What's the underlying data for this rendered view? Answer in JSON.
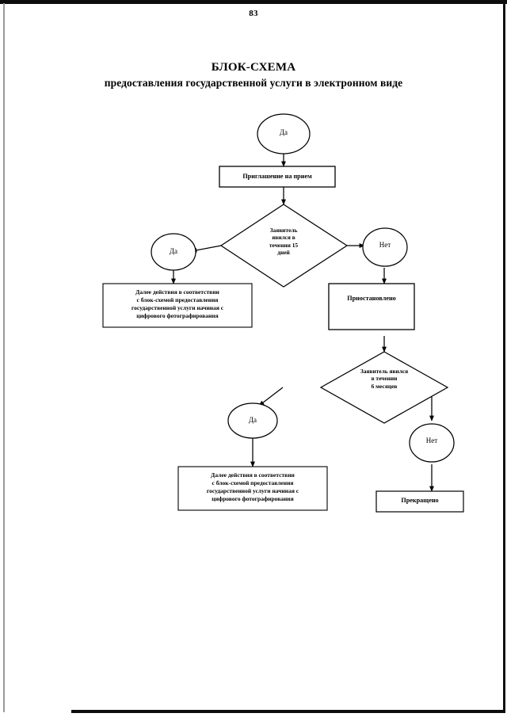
{
  "document": {
    "page_number": "83",
    "title_line1": "БЛОК-СХЕМА",
    "title_line2": "предоставления государственной услуги в электронном виде"
  },
  "colors": {
    "ink": "#000000",
    "page_background": "#ffffff",
    "frame": "#0d0d0d"
  },
  "chart_data": {
    "type": "diagram",
    "title": "БЛОК-СХЕМА предоставления государственной услуги в электронном виде",
    "nodes": [
      {
        "id": "start_yes",
        "shape": "oval",
        "label": "Да"
      },
      {
        "id": "invitation",
        "shape": "rect",
        "label": "Приглашение на прием"
      },
      {
        "id": "decision15",
        "shape": "diamond",
        "label": "Заявитель явился в течении 15 дней",
        "lines": [
          "Заявитель",
          "явился в",
          "течении 15",
          "дней"
        ]
      },
      {
        "id": "yes15",
        "shape": "oval",
        "label": "Да"
      },
      {
        "id": "no15",
        "shape": "oval",
        "label": "Нет"
      },
      {
        "id": "further_top",
        "shape": "rect",
        "label": "Далее действия в соответствии с блок-схемой предоставления государственной услуги начиная с цифрового фотографирования",
        "lines": [
          "Далее действия в соответствии",
          "с блок-схемой предоставления",
          "государственной услуги начиная с",
          "цифрового фотографирования"
        ]
      },
      {
        "id": "suspended",
        "shape": "rect",
        "label": "Приостановлено"
      },
      {
        "id": "decision6m",
        "shape": "diamond",
        "label": "Заявитель явился в течении 6 месяцев",
        "lines": [
          "Заявитель явился",
          "в течении",
          "6 месяцев"
        ]
      },
      {
        "id": "yes6m",
        "shape": "oval",
        "label": "Да"
      },
      {
        "id": "no6m",
        "shape": "oval",
        "label": "Нет"
      },
      {
        "id": "further_bottom",
        "shape": "rect",
        "label": "Далее действия в соответствии с блок-схемой предоставления государственной услуги начиная с цифрового фотографирования",
        "lines": [
          "Далее действия в соответствии",
          "с блок-схемой предоставления",
          "государственной услуги начиная с",
          "цифрового фотографирования"
        ]
      },
      {
        "id": "terminated",
        "shape": "rect",
        "label": "Прекращено"
      }
    ],
    "edges": [
      {
        "from": "start_yes",
        "to": "invitation",
        "label": ""
      },
      {
        "from": "invitation",
        "to": "decision15",
        "label": ""
      },
      {
        "from": "decision15",
        "to": "yes15",
        "label": "Да"
      },
      {
        "from": "decision15",
        "to": "no15",
        "label": "Нет"
      },
      {
        "from": "yes15",
        "to": "further_top",
        "label": ""
      },
      {
        "from": "no15",
        "to": "suspended",
        "label": ""
      },
      {
        "from": "suspended",
        "to": "decision6m",
        "label": ""
      },
      {
        "from": "decision6m",
        "to": "yes6m",
        "label": "Да"
      },
      {
        "from": "decision6m",
        "to": "no6m",
        "label": "Нет"
      },
      {
        "from": "yes6m",
        "to": "further_bottom",
        "label": ""
      },
      {
        "from": "no6m",
        "to": "terminated",
        "label": ""
      }
    ]
  }
}
